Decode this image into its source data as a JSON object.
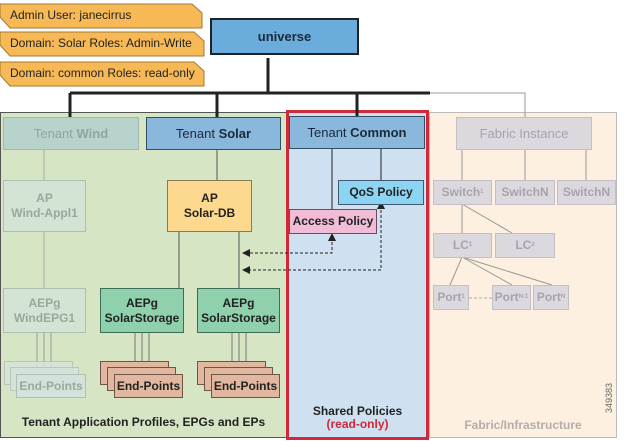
{
  "roles": [
    {
      "label": "Admin User: janecirrus"
    },
    {
      "label": "Domain: Solar Roles: Admin-Write"
    },
    {
      "label": "Domain: common Roles: read-only"
    }
  ],
  "root": {
    "label": "universe"
  },
  "tenants": {
    "wind": {
      "prefix": "Tenant ",
      "name": "Wind"
    },
    "solar": {
      "prefix": "Tenant ",
      "name": "Solar"
    },
    "common": {
      "prefix": "Tenant ",
      "name": "Common"
    }
  },
  "fabric": {
    "instance": "Fabric Instance",
    "switches": [
      {
        "label": "Switch",
        "sub": "1"
      },
      {
        "label": "SwitchN",
        "sub": ""
      },
      {
        "label": "SwitchN",
        "sub": ""
      }
    ],
    "line_cards": [
      {
        "label": "LC",
        "sub": "1"
      },
      {
        "label": "LC",
        "sub": "2"
      }
    ],
    "ports": [
      {
        "label": "Port",
        "sub": "1"
      },
      {
        "label": "Port",
        "sub": "N-1"
      },
      {
        "label": "Port",
        "sub": "N"
      }
    ],
    "footer": "Fabric/Infrastructure"
  },
  "wind": {
    "ap": {
      "line1": "AP",
      "line2": "Wind-Appl1"
    },
    "epg": {
      "line1": "AEPg",
      "line2": "WindEPG1"
    },
    "endpoints": "End-Points"
  },
  "solar": {
    "ap": {
      "line1": "AP",
      "line2": "Solar-DB"
    },
    "epgs": [
      {
        "line1": "AEPg",
        "line2": "SolarStorage"
      },
      {
        "line1": "AEPg",
        "line2": "SolarStorage"
      }
    ],
    "endpoints": [
      "End-Points",
      "End-Points"
    ]
  },
  "common": {
    "qos": "QoS Policy",
    "access": "Access Policy",
    "footer_title": "Shared Policies",
    "footer_note": "(read-only)"
  },
  "tenant_region_footer": "Tenant Application Profiles, EPGs and EPs",
  "figure_id": "349383",
  "colors": {
    "role_tag": "#f7b955",
    "universe": "#6aaddc",
    "tenant_blue": "#8ab8dd",
    "tenant_region": "#d6e5c4",
    "common_region": "#cfe0f0",
    "fabric_region": "#fdf0e0",
    "highlight_red": "#d0293a",
    "ap_yellow": "#fcd98e",
    "epg_green": "#8fd1ad",
    "endpoint_tan": "#e2b79f",
    "qos_blue": "#8dd3f2",
    "access_pink": "#f1bcd6",
    "fabric_gray": "#dcd9de"
  }
}
